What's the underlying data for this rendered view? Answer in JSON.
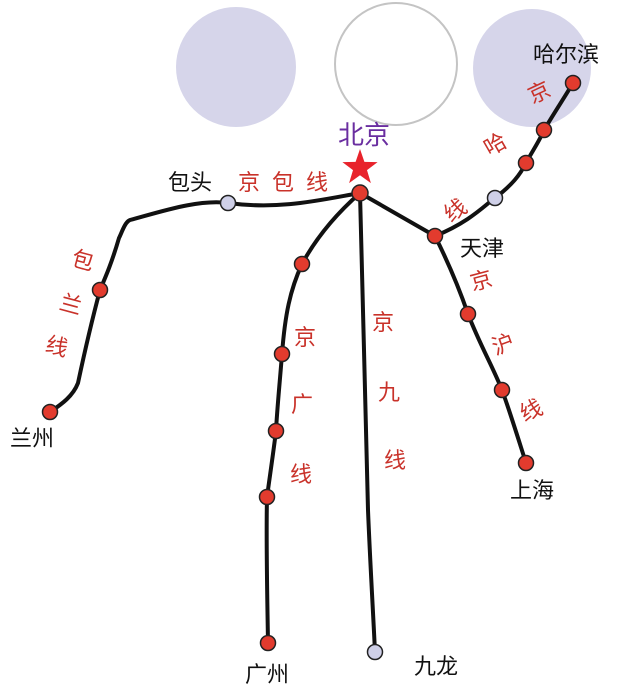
{
  "capital": {
    "name": "北京",
    "marker": "star-icon"
  },
  "colors": {
    "line": "#111111",
    "station_red": "#e23b2e",
    "station_gray": "#cfd0e8",
    "line_label": "#c9322a",
    "capital_label": "#6a2ea0",
    "star": "#e8232b",
    "deco_circle_fill": "#d6d5ea",
    "deco_circle_outline": "#c4c4c4"
  },
  "cities": {
    "harbin": "哈尔滨",
    "baotou": "包头",
    "tianjin": "天津",
    "lanzhou": "兰州",
    "shanghai": "上海",
    "guangzhou": "广州",
    "kowloon": "九龙"
  },
  "railway_lines": {
    "jingha": [
      "京",
      "哈",
      "线"
    ],
    "jingbao": [
      "京",
      "包",
      "线"
    ],
    "baolan": [
      "包",
      "兰",
      "线"
    ],
    "jinghu": [
      "京",
      "沪",
      "线"
    ],
    "jingguang": [
      "京",
      "广",
      "线"
    ],
    "jingjiu": [
      "京",
      "九",
      "线"
    ]
  }
}
